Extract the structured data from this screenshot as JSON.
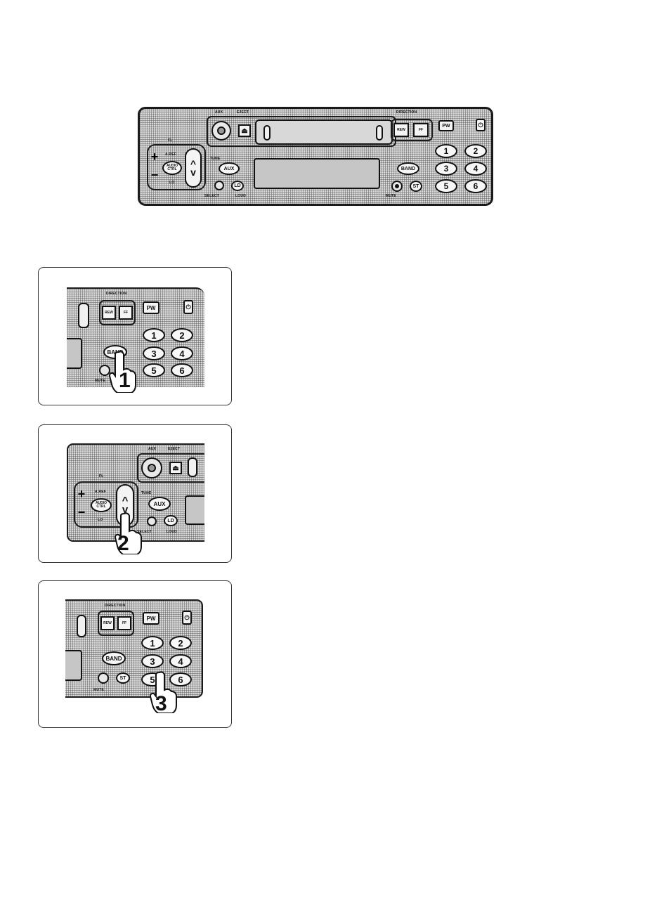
{
  "panel": {
    "labels": {
      "aux": "AUX",
      "eject": "EJECT",
      "direction": "DIRECTION",
      "fl": "FL",
      "tune": "TUNE",
      "select": "SELECT",
      "loud": "LOUD",
      "mute": "MUTE"
    },
    "buttons": {
      "rew": "REW",
      "ff": "FF",
      "pw": "PW",
      "aux": "AUX",
      "band": "BAND",
      "st": "ST",
      "ld": "LD",
      "audio_ctrl": "AUDIO CTRL",
      "fader_r": "A.REF",
      "fader_l": "LO",
      "plus": "+",
      "minus": "−",
      "up": "^",
      "down": "v"
    },
    "presets": [
      "1",
      "2",
      "3",
      "4",
      "5",
      "6"
    ],
    "icon_eject": "eject-icon",
    "icon_power": "power-release-icon"
  },
  "steps": [
    {
      "number": "1",
      "target": "BAND"
    },
    {
      "number": "2",
      "target": "TUNE"
    },
    {
      "number": "3",
      "target": "5"
    }
  ]
}
